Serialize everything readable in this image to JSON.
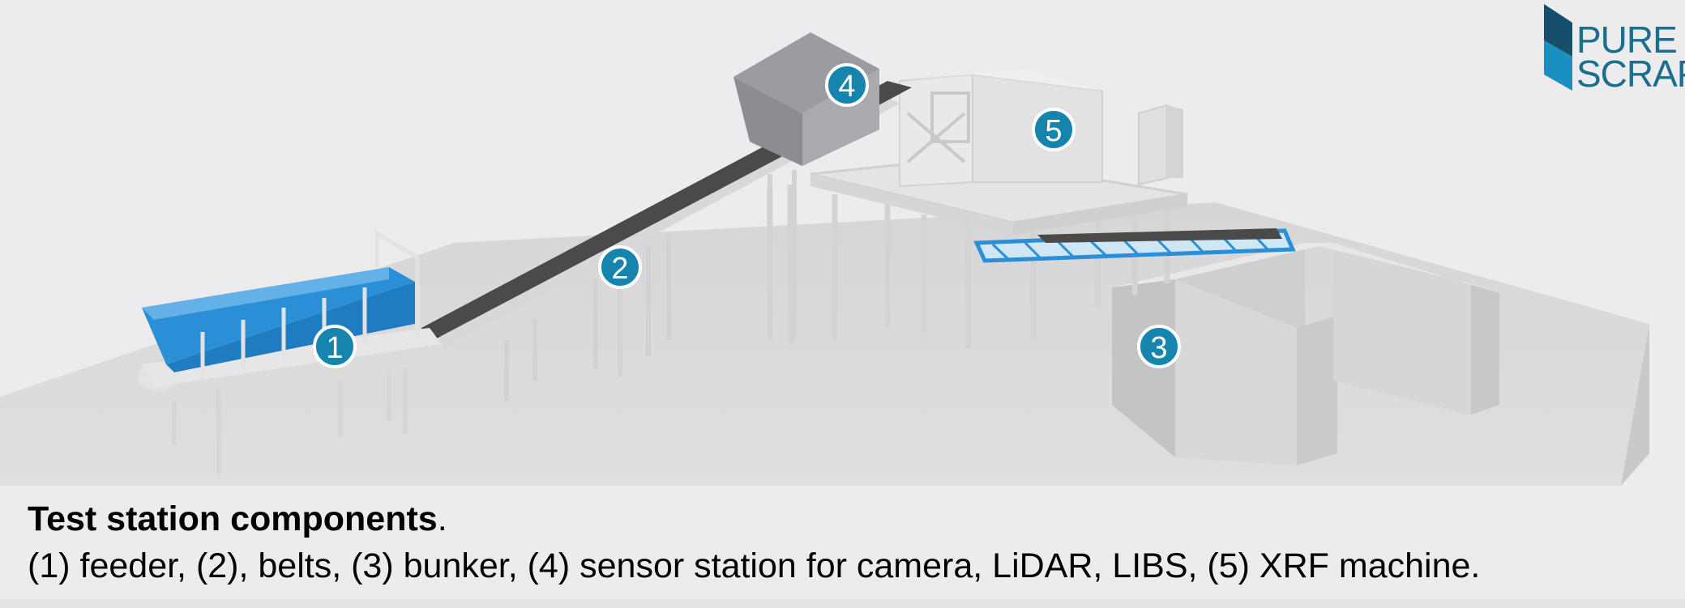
{
  "logo": {
    "line1": "PURE",
    "line2": "SCRAP",
    "colors": {
      "dark": "#14506b",
      "light": "#1b8fc0"
    }
  },
  "markers": [
    {
      "label": "1",
      "component": "feeder"
    },
    {
      "label": "2",
      "component": "belts"
    },
    {
      "label": "3",
      "component": "bunker"
    },
    {
      "label": "4",
      "component": "sensor station"
    },
    {
      "label": "5",
      "component": "XRF machine"
    }
  ],
  "caption": {
    "title": "Test station components",
    "title_suffix": ".",
    "body": "(1) feeder, (2), belts, (3) bunker, (4) sensor station for camera, LiDAR, LIBS, (5) XRF machine."
  },
  "colors": {
    "accent": "#1585ae",
    "feeder_blue": "#2a8fd6",
    "belt": "#4a4a4a",
    "structure": "#e2e2e4",
    "floor": "#d9d9da"
  }
}
